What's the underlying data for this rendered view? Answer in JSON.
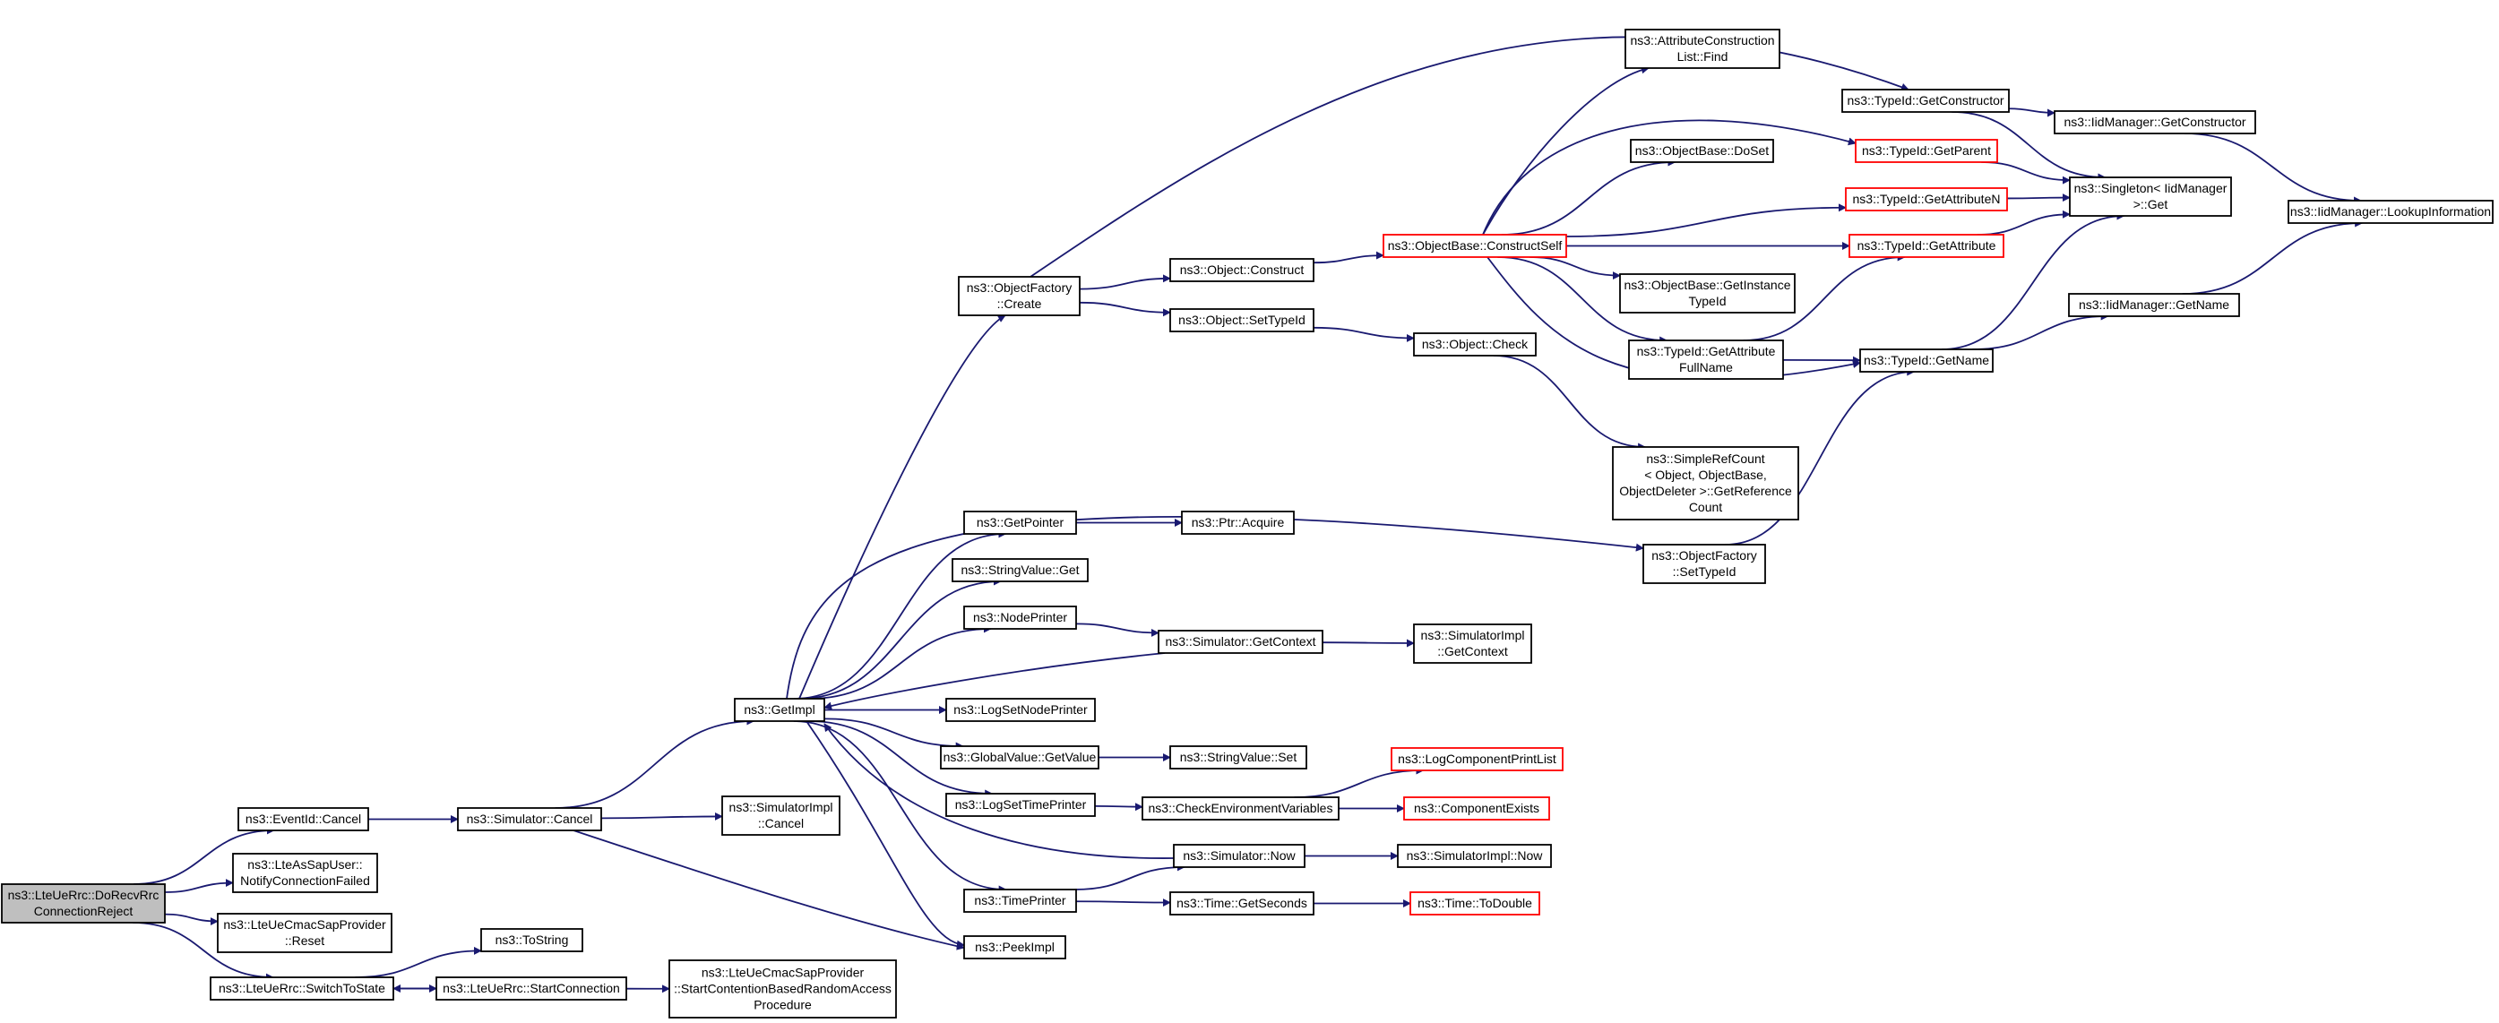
{
  "nodes": [
    {
      "id": "root",
      "lines": [
        "ns3::LteUeRrc::DoRecvRrc",
        "ConnectionReject"
      ],
      "style": "root"
    },
    {
      "id": "eventid_cancel",
      "lines": [
        "ns3::EventId::Cancel"
      ],
      "style": "normal"
    },
    {
      "id": "lteassap_notify",
      "lines": [
        "ns3::LteAsSapUser::",
        "NotifyConnectionFailed"
      ],
      "style": "normal"
    },
    {
      "id": "cmacsap_reset",
      "lines": [
        "ns3::LteUeCmacSapProvider",
        "::Reset"
      ],
      "style": "normal"
    },
    {
      "id": "switchtostate",
      "lines": [
        "ns3::LteUeRrc::SwitchToState"
      ],
      "style": "normal"
    },
    {
      "id": "tostring",
      "lines": [
        "ns3::ToString"
      ],
      "style": "normal"
    },
    {
      "id": "startconnection",
      "lines": [
        "ns3::LteUeRrc::StartConnection"
      ],
      "style": "normal"
    },
    {
      "id": "startcontention",
      "lines": [
        "ns3::LteUeCmacSapProvider",
        "::StartContentionBasedRandomAccess",
        "Procedure"
      ],
      "style": "normal"
    },
    {
      "id": "sim_cancel",
      "lines": [
        "ns3::Simulator::Cancel"
      ],
      "style": "normal"
    },
    {
      "id": "simimpl_cancel",
      "lines": [
        "ns3::SimulatorImpl",
        "::Cancel"
      ],
      "style": "normal"
    },
    {
      "id": "getimpl",
      "lines": [
        "ns3::GetImpl"
      ],
      "style": "normal"
    },
    {
      "id": "peekimpl",
      "lines": [
        "ns3::PeekImpl"
      ],
      "style": "normal"
    },
    {
      "id": "objfactory_create",
      "lines": [
        "ns3::ObjectFactory",
        "::Create"
      ],
      "style": "normal"
    },
    {
      "id": "getpointer",
      "lines": [
        "ns3::GetPointer"
      ],
      "style": "normal"
    },
    {
      "id": "stringvalue_get",
      "lines": [
        "ns3::StringValue::Get"
      ],
      "style": "normal"
    },
    {
      "id": "nodeprinter",
      "lines": [
        "ns3::NodePrinter"
      ],
      "style": "normal"
    },
    {
      "id": "logsetnodeprinter",
      "lines": [
        "ns3::LogSetNodePrinter"
      ],
      "style": "normal"
    },
    {
      "id": "globalvalue_getvalue",
      "lines": [
        "ns3::GlobalValue::GetValue"
      ],
      "style": "normal"
    },
    {
      "id": "logsettimeprinter",
      "lines": [
        "ns3::LogSetTimePrinter"
      ],
      "style": "normal"
    },
    {
      "id": "timeprinter",
      "lines": [
        "ns3::TimePrinter"
      ],
      "style": "normal"
    },
    {
      "id": "object_construct",
      "lines": [
        "ns3::Object::Construct"
      ],
      "style": "normal"
    },
    {
      "id": "object_settypeid",
      "lines": [
        "ns3::Object::SetTypeId"
      ],
      "style": "normal"
    },
    {
      "id": "ptr_acquire",
      "lines": [
        "ns3::Ptr::Acquire"
      ],
      "style": "normal"
    },
    {
      "id": "sim_getcontext",
      "lines": [
        "ns3::Simulator::GetContext"
      ],
      "style": "normal"
    },
    {
      "id": "stringvalue_set",
      "lines": [
        "ns3::StringValue::Set"
      ],
      "style": "normal"
    },
    {
      "id": "checkenv",
      "lines": [
        "ns3::CheckEnvironmentVariables"
      ],
      "style": "normal"
    },
    {
      "id": "sim_now",
      "lines": [
        "ns3::Simulator::Now"
      ],
      "style": "normal"
    },
    {
      "id": "time_getseconds",
      "lines": [
        "ns3::Time::GetSeconds"
      ],
      "style": "normal"
    },
    {
      "id": "objbase_constructself",
      "lines": [
        "ns3::ObjectBase::ConstructSelf"
      ],
      "style": "red"
    },
    {
      "id": "object_check",
      "lines": [
        "ns3::Object::Check"
      ],
      "style": "normal"
    },
    {
      "id": "simimpl_getcontext",
      "lines": [
        "ns3::SimulatorImpl",
        "::GetContext"
      ],
      "style": "normal"
    },
    {
      "id": "logcomponentprintlist",
      "lines": [
        "ns3::LogComponentPrintList"
      ],
      "style": "red"
    },
    {
      "id": "componentexists",
      "lines": [
        "ns3::ComponentExists"
      ],
      "style": "red"
    },
    {
      "id": "simimpl_now",
      "lines": [
        "ns3::SimulatorImpl::Now"
      ],
      "style": "normal"
    },
    {
      "id": "time_todouble",
      "lines": [
        "ns3::Time::ToDouble"
      ],
      "style": "red"
    },
    {
      "id": "attrconstr_find",
      "lines": [
        "ns3::AttributeConstruction",
        "List::Find"
      ],
      "style": "normal"
    },
    {
      "id": "objbase_doset",
      "lines": [
        "ns3::ObjectBase::DoSet"
      ],
      "style": "normal"
    },
    {
      "id": "objbase_getinstancetypeid",
      "lines": [
        "ns3::ObjectBase::GetInstance",
        "TypeId"
      ],
      "style": "normal"
    },
    {
      "id": "typeid_getattributefullname",
      "lines": [
        "ns3::TypeId::GetAttribute",
        "FullName"
      ],
      "style": "normal"
    },
    {
      "id": "simplerefcount",
      "lines": [
        "ns3::SimpleRefCount",
        "< Object, ObjectBase,",
        " ObjectDeleter >::GetReference",
        "Count"
      ],
      "style": "normal"
    },
    {
      "id": "objfactory_settypeid",
      "lines": [
        "ns3::ObjectFactory",
        "::SetTypeId"
      ],
      "style": "normal"
    },
    {
      "id": "typeid_getconstructor",
      "lines": [
        "ns3::TypeId::GetConstructor"
      ],
      "style": "normal"
    },
    {
      "id": "typeid_getparent",
      "lines": [
        "ns3::TypeId::GetParent"
      ],
      "style": "red"
    },
    {
      "id": "typeid_getattributen",
      "lines": [
        "ns3::TypeId::GetAttributeN"
      ],
      "style": "red"
    },
    {
      "id": "typeid_getattribute",
      "lines": [
        "ns3::TypeId::GetAttribute"
      ],
      "style": "red"
    },
    {
      "id": "typeid_getname",
      "lines": [
        "ns3::TypeId::GetName"
      ],
      "style": "normal"
    },
    {
      "id": "iidmanager_getconstructor",
      "lines": [
        "ns3::IidManager::GetConstructor"
      ],
      "style": "normal"
    },
    {
      "id": "singleton_get",
      "lines": [
        "ns3::Singleton< IidManager",
        " >::Get"
      ],
      "style": "normal"
    },
    {
      "id": "iidmanager_getname",
      "lines": [
        "ns3::IidManager::GetName"
      ],
      "style": "normal"
    },
    {
      "id": "iidmanager_lookupinformation",
      "lines": [
        "ns3::IidManager::LookupInformation"
      ],
      "style": "normal"
    }
  ],
  "edges": [
    [
      "root",
      "eventid_cancel"
    ],
    [
      "root",
      "lteassap_notify"
    ],
    [
      "root",
      "cmacsap_reset"
    ],
    [
      "root",
      "switchtostate"
    ],
    [
      "switchtostate",
      "tostring"
    ],
    [
      "switchtostate",
      "startconnection"
    ],
    [
      "startconnection",
      "switchtostate"
    ],
    [
      "startconnection",
      "startcontention"
    ],
    [
      "eventid_cancel",
      "sim_cancel"
    ],
    [
      "sim_cancel",
      "getimpl"
    ],
    [
      "sim_cancel",
      "simimpl_cancel"
    ],
    [
      "sim_cancel",
      "peekimpl"
    ],
    [
      "getimpl",
      "objfactory_create"
    ],
    [
      "getimpl",
      "getpointer"
    ],
    [
      "getimpl",
      "stringvalue_get"
    ],
    [
      "getimpl",
      "nodeprinter"
    ],
    [
      "getimpl",
      "logsetnodeprinter"
    ],
    [
      "getimpl",
      "globalvalue_getvalue"
    ],
    [
      "getimpl",
      "logsettimeprinter"
    ],
    [
      "getimpl",
      "timeprinter"
    ],
    [
      "getimpl",
      "peekimpl"
    ],
    [
      "getimpl",
      "objfactory_settypeid"
    ],
    [
      "objfactory_create",
      "object_construct"
    ],
    [
      "objfactory_create",
      "object_settypeid"
    ],
    [
      "objfactory_create",
      "typeid_getconstructor"
    ],
    [
      "getpointer",
      "ptr_acquire"
    ],
    [
      "nodeprinter",
      "sim_getcontext"
    ],
    [
      "sim_getcontext",
      "getimpl"
    ],
    [
      "sim_getcontext",
      "simimpl_getcontext"
    ],
    [
      "globalvalue_getvalue",
      "stringvalue_set"
    ],
    [
      "logsettimeprinter",
      "checkenv"
    ],
    [
      "checkenv",
      "logcomponentprintlist"
    ],
    [
      "checkenv",
      "componentexists"
    ],
    [
      "timeprinter",
      "sim_now"
    ],
    [
      "timeprinter",
      "time_getseconds"
    ],
    [
      "sim_now",
      "getimpl"
    ],
    [
      "sim_now",
      "simimpl_now"
    ],
    [
      "time_getseconds",
      "time_todouble"
    ],
    [
      "object_construct",
      "objbase_constructself"
    ],
    [
      "object_settypeid",
      "object_check"
    ],
    [
      "object_check",
      "simplerefcount"
    ],
    [
      "objbase_constructself",
      "attrconstr_find"
    ],
    [
      "objbase_constructself",
      "typeid_getparent"
    ],
    [
      "objbase_constructself",
      "objbase_doset"
    ],
    [
      "objbase_constructself",
      "typeid_getattributen"
    ],
    [
      "objbase_constructself",
      "typeid_getattribute"
    ],
    [
      "objbase_constructself",
      "objbase_getinstancetypeid"
    ],
    [
      "objbase_constructself",
      "typeid_getattributefullname"
    ],
    [
      "objbase_constructself",
      "typeid_getname"
    ],
    [
      "typeid_getattributefullname",
      "typeid_getattribute"
    ],
    [
      "typeid_getattributefullname",
      "typeid_getname"
    ],
    [
      "objfactory_settypeid",
      "typeid_getname"
    ],
    [
      "typeid_getconstructor",
      "iidmanager_getconstructor"
    ],
    [
      "typeid_getconstructor",
      "singleton_get"
    ],
    [
      "typeid_getparent",
      "singleton_get"
    ],
    [
      "typeid_getattributen",
      "singleton_get"
    ],
    [
      "typeid_getattribute",
      "singleton_get"
    ],
    [
      "typeid_getname",
      "singleton_get"
    ],
    [
      "typeid_getname",
      "iidmanager_getname"
    ],
    [
      "iidmanager_getconstructor",
      "iidmanager_lookupinformation"
    ],
    [
      "iidmanager_getname",
      "iidmanager_lookupinformation"
    ]
  ]
}
